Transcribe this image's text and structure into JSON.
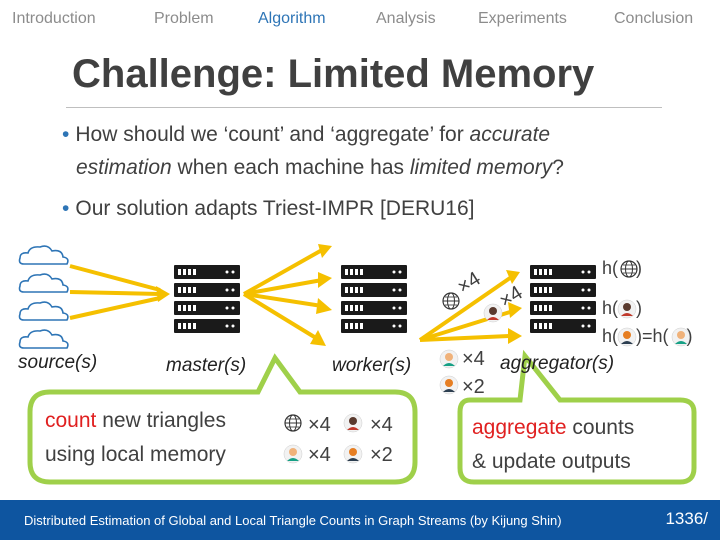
{
  "nav": {
    "items": [
      {
        "label": "Introduction"
      },
      {
        "label": "Problem"
      },
      {
        "label": "Algorithm"
      },
      {
        "label": "Analysis"
      },
      {
        "label": "Experiments"
      },
      {
        "label": "Conclusion"
      }
    ],
    "active_index": 2
  },
  "slide": {
    "title": "Challenge: Limited Memory",
    "bullet1": {
      "pre": "How should we ‘count’ and ‘aggregate’ for ",
      "em1": "accurate",
      "line2_em": "estimation",
      "mid": " when each machine has ",
      "em2": "limited memory",
      "post": "?"
    },
    "bullet2": "Our solution adapts Triest-IMPR [DERU16]",
    "bullet_glyph": "•"
  },
  "diagram": {
    "labels": {
      "source": "source(s)",
      "master": "master(s)",
      "worker": "worker(s)",
      "aggregator": "aggregator(s)"
    },
    "edge_labels": {
      "x4_a": "×4",
      "x4_b": "×4",
      "x4_c": "×4",
      "x2_a": "×2"
    },
    "hash_labels": {
      "h": "h(",
      "close": ")",
      "eq": ")=h("
    },
    "callout_left": {
      "line1_red": "count",
      "line1_rest": " new triangles",
      "line2": "using local memory",
      "m1": "×4",
      "m2": "×4",
      "m3": "×4",
      "m4": "×2"
    },
    "callout_right": {
      "line1_red": "aggregate",
      "line1_rest": " counts",
      "line2": "& update outputs"
    }
  },
  "colors": {
    "accent": "#2e75b6",
    "arrow": "#f5c000",
    "callout_border": "#9fd04a",
    "highlight_red": "#e02020",
    "footer_bg": "#0e55a0"
  },
  "footer": {
    "text": "Distributed Estimation of Global and Local Triangle Counts in Graph Streams (by Kijung Shin)",
    "page": "1336/"
  }
}
